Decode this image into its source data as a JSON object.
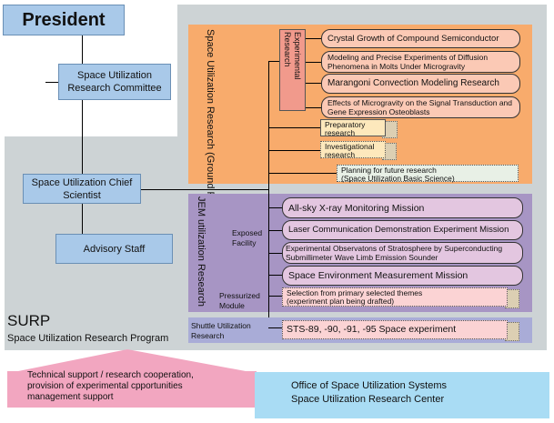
{
  "president": "President",
  "committee": "Space Utilization Research Committee",
  "chief_scientist": "Space Utilization Chief Scientist",
  "advisory": "Advisory Staff",
  "surp": {
    "title": "SURP",
    "subtitle": "Space Utilization Research Program"
  },
  "ground": {
    "title": "Space Utilization Research (Ground Research)",
    "experimental_label": "Experimental Research",
    "experiments": [
      "Crystal Growth of Compound Semiconductor",
      "Modeling and Precise Experiments of Diffusion Phenomena in Molts Under Microgravity",
      "Marangoni Convection Modeling Research",
      "Effects of Microgravity on the Signal Transduction and Gene Expression Osteoblasts"
    ],
    "preparatory": "Preparatory research",
    "investigational": "Investigational research",
    "planning_1": "Planning for future research",
    "planning_2": "(Space Utilization Basic Science)"
  },
  "jem": {
    "title": "JEM utilization Research",
    "exposed_label": "Exposed Facility",
    "pressurized_label": "Pressurized Module",
    "missions": [
      "All-sky X-ray Monitoring Mission",
      "Laser Communication Demonstration Experiment Mission",
      "Experimental Observatons of Stratosphere by Superconducting Submillimeter Wave Limb Emission Sounder",
      "Space Environment Measurement Mission"
    ],
    "selection_1": "Selection from primary selected themes",
    "selection_2": "(experiment plan being drafted)"
  },
  "shuttle": {
    "label": "Shuttle Utilization Research",
    "experiment": "STS-89, -90, -91, -95 Space experiment"
  },
  "support": "Technical support / research cooperation, provision of experimental cpportunities management support",
  "office": {
    "line1": "Office of Space Utilization Systems",
    "line2": "Space Utilization Research Center"
  }
}
